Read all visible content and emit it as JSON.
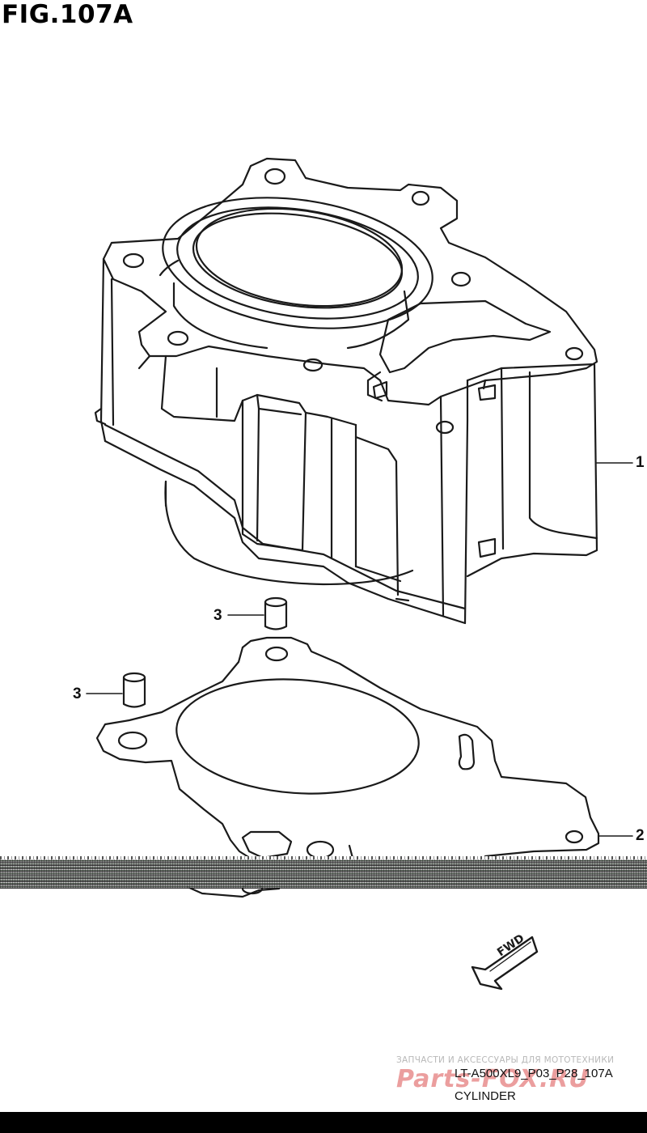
{
  "figure": {
    "title": "FIG.107A"
  },
  "callouts": [
    {
      "number": "1",
      "part": "cylinder"
    },
    {
      "number": "2",
      "part": "cylinder-gasket"
    },
    {
      "number": "3",
      "part": "dowel-pin-upper"
    },
    {
      "number": "3",
      "part": "dowel-pin-lower"
    }
  ],
  "direction_marker": {
    "label": "FWD"
  },
  "footer": {
    "watermark_text": "ЗАПЧАСТИ И АКСЕССУАРЫ ДЛЯ МОТОТЕХНИКИ",
    "brand_watermark": "Parts-FOX.RU",
    "diagram_code": "LT-A500XL9_P03_P28_107A",
    "diagram_name": "CYLINDER"
  },
  "colors": {
    "line": "#1a1a1a",
    "background": "#ffffff",
    "bottom_bar": "#000000",
    "brand_watermark": "#d22828"
  }
}
